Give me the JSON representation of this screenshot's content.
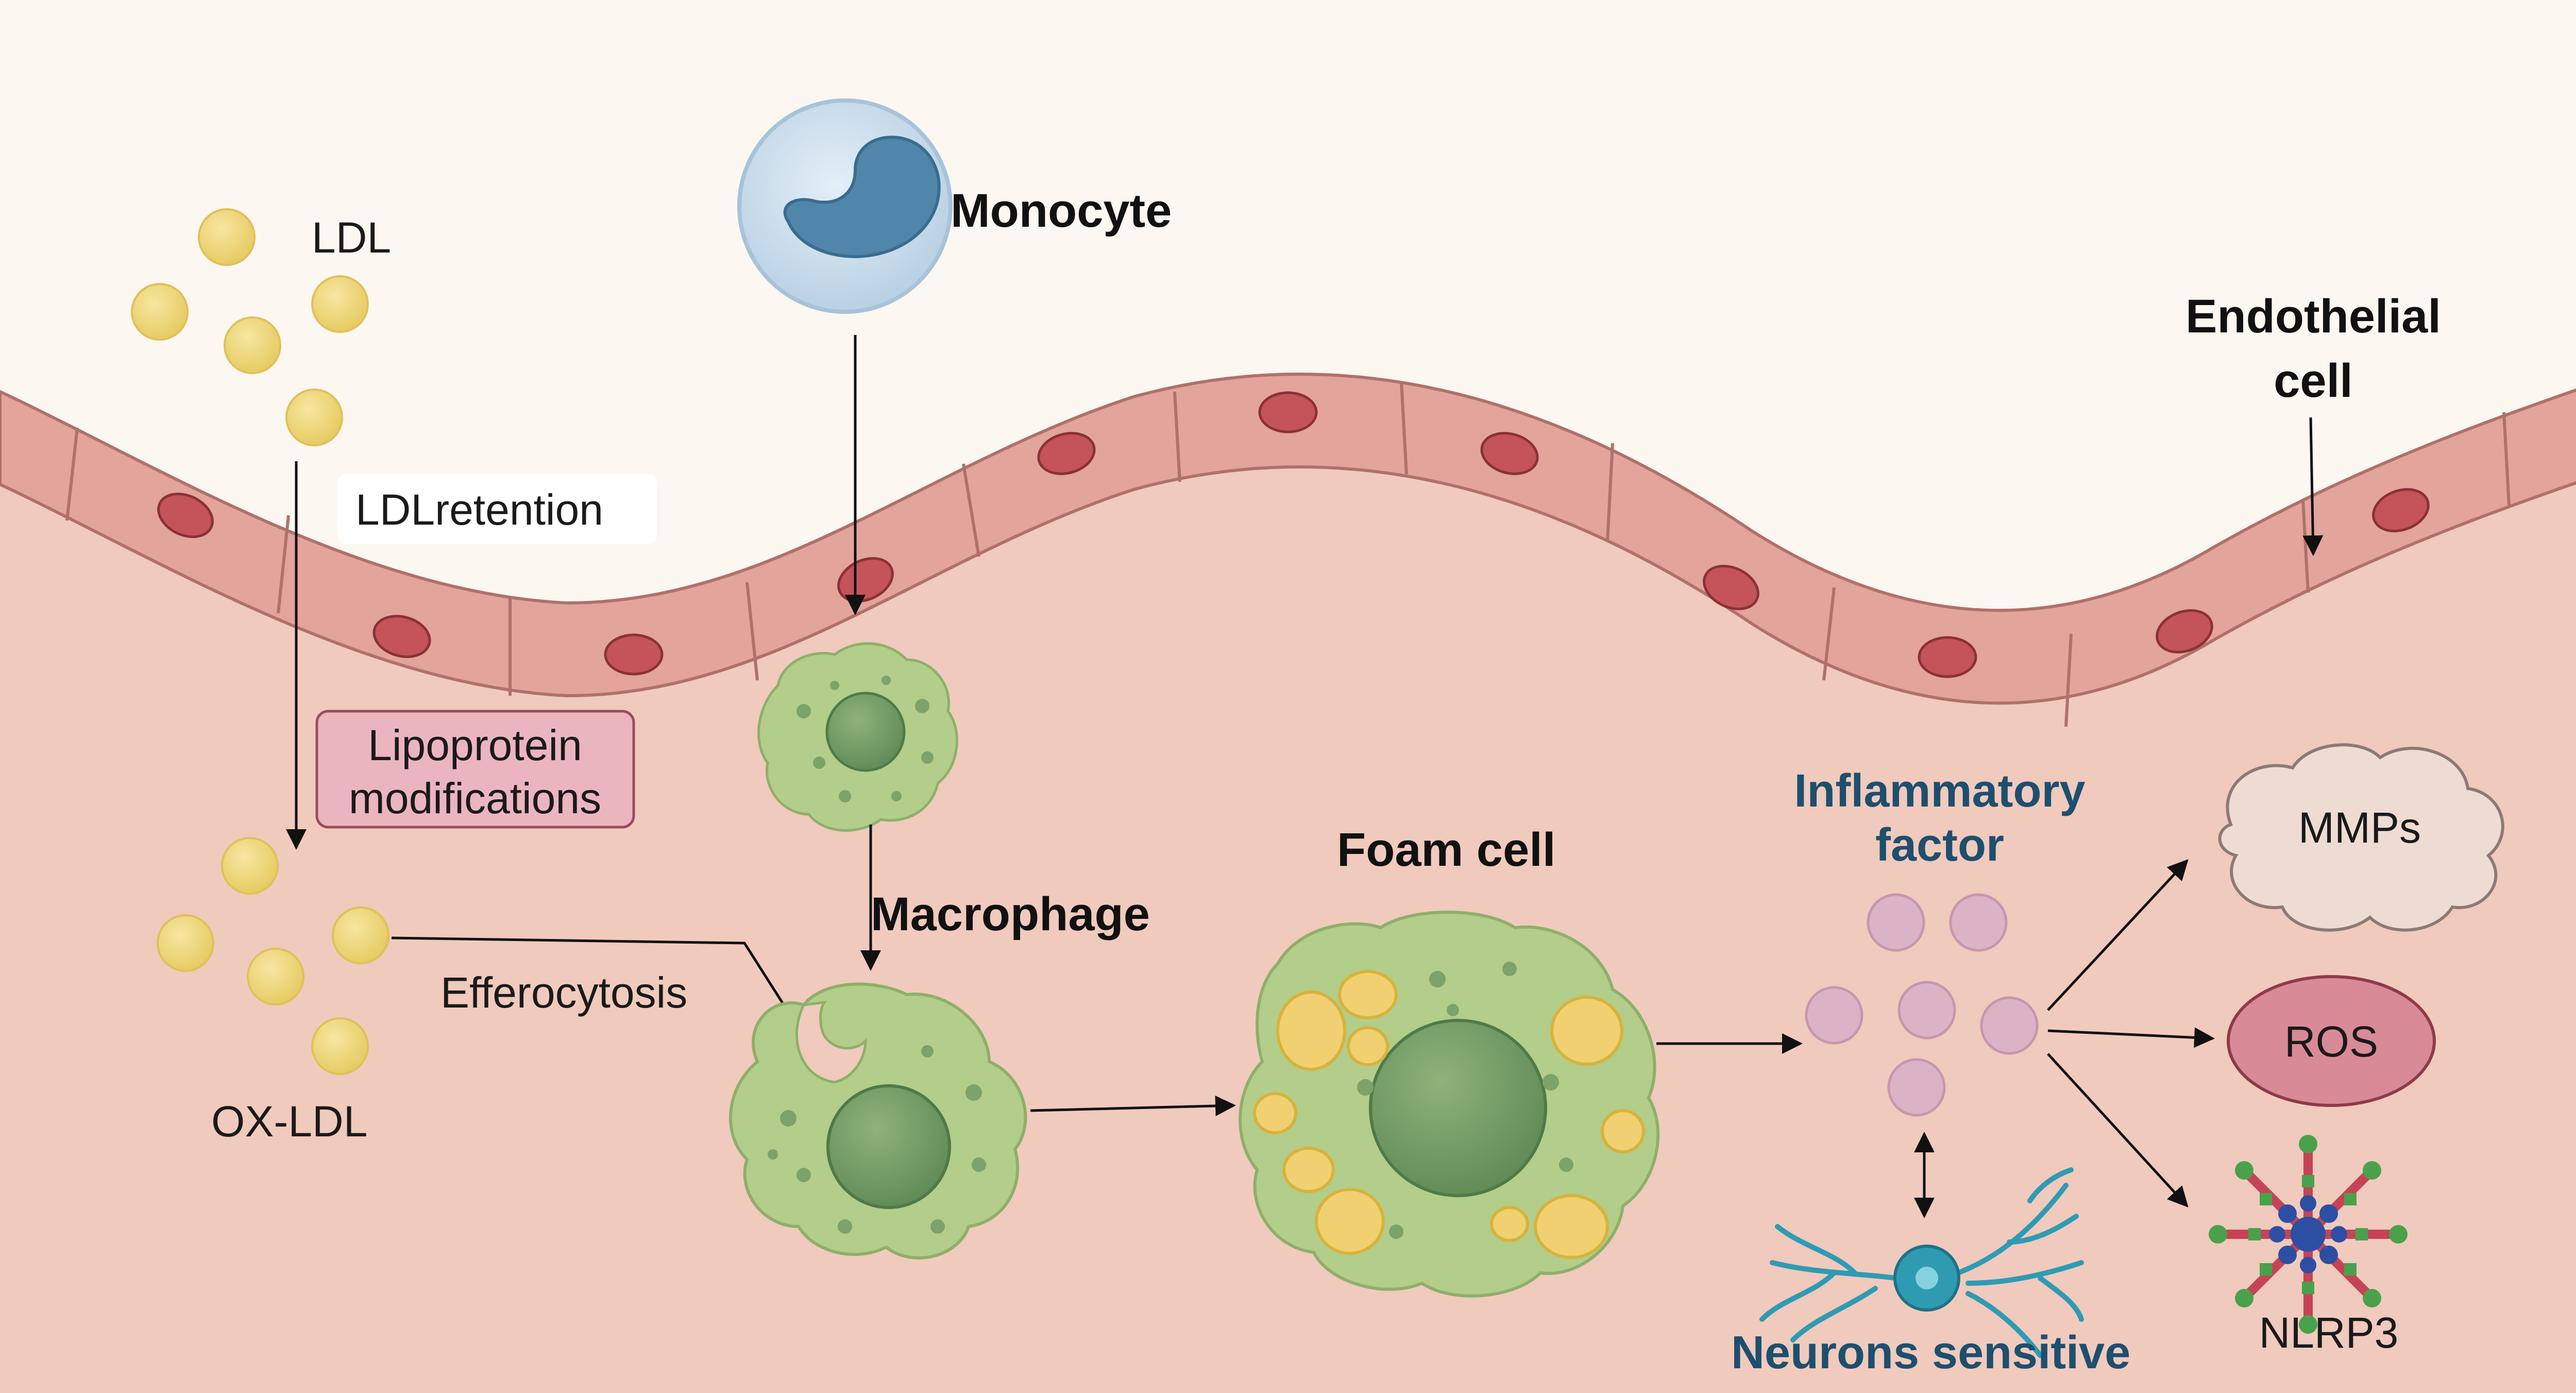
{
  "labels": {
    "ldl": "LDL",
    "monocyte": "Monocyte",
    "endothelial_line1": "Endothelial",
    "endothelial_line2": "cell",
    "ldl_retention": "LDLretention",
    "lipoprotein_line1": "Lipoprotein",
    "lipoprotein_line2": "modifications",
    "macrophage": "Macrophage",
    "foam_cell": "Foam cell",
    "inflammatory_line1": "Inflammatory",
    "inflammatory_line2": "factor",
    "efferocytosis": "Efferocytosis",
    "ox_ldl": "OX-LDL",
    "mmps": "MMPs",
    "ros": "ROS",
    "nlrp3": "NLRP3",
    "neurons": "Neurons sensitive"
  },
  "colors": {
    "background_top": "#fdf7f2",
    "tissue": "#f0cabd",
    "endothelium": "#e2a49b",
    "nucleus": "#c5535a",
    "ldl_particle": "#f0d880",
    "macrophage": "#b3cd8a",
    "macrophage_nucleus": "#7da26a",
    "monocyte": "#cfe0ee",
    "monocyte_nucleus": "#4f86aa",
    "inflammatory_particle": "#dcb3c6",
    "neuron": "#2f9bb3",
    "ros_fill": "#d98a97",
    "mmps_fill": "#eedcd3",
    "retention_box": "#ffffff",
    "lipoprotein_box": "#ebb5c0"
  }
}
